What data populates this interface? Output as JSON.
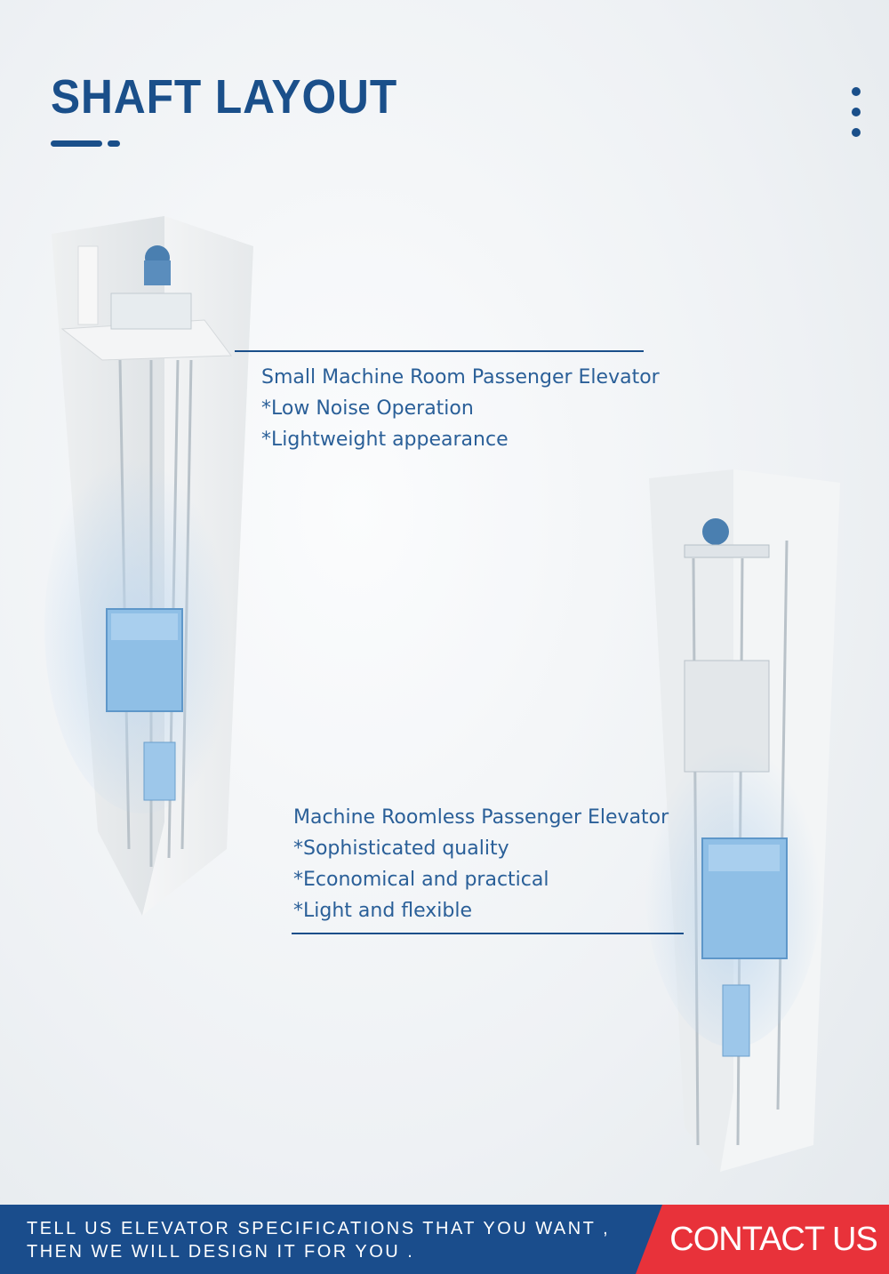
{
  "header": {
    "title": "SHAFT LAYOUT"
  },
  "section_small_machine_room": {
    "heading": "Small Machine Room Passenger Elevator",
    "features": [
      "*Low Noise Operation",
      "*Lightweight appearance"
    ]
  },
  "section_machine_roomless": {
    "heading": "Machine Roomless  Passenger Elevator",
    "features": [
      "*Sophisticated quality",
      "*Economical and practical",
      "*Light and flexible"
    ]
  },
  "footer": {
    "line1": "TELL US ELEVATOR SPECIFICATIONS THAT YOU WANT ,",
    "line2": "THEN WE WILL DESIGN IT FOR YOU .",
    "contact_label": "CONTACT US"
  },
  "colors": {
    "brand_blue": "#1a4f8a",
    "text_blue": "#2a5f98",
    "accent_red": "#e8323a",
    "elevator_car": "#8fbfe6"
  },
  "icons": {
    "more_menu": "vertical-dots-icon"
  }
}
